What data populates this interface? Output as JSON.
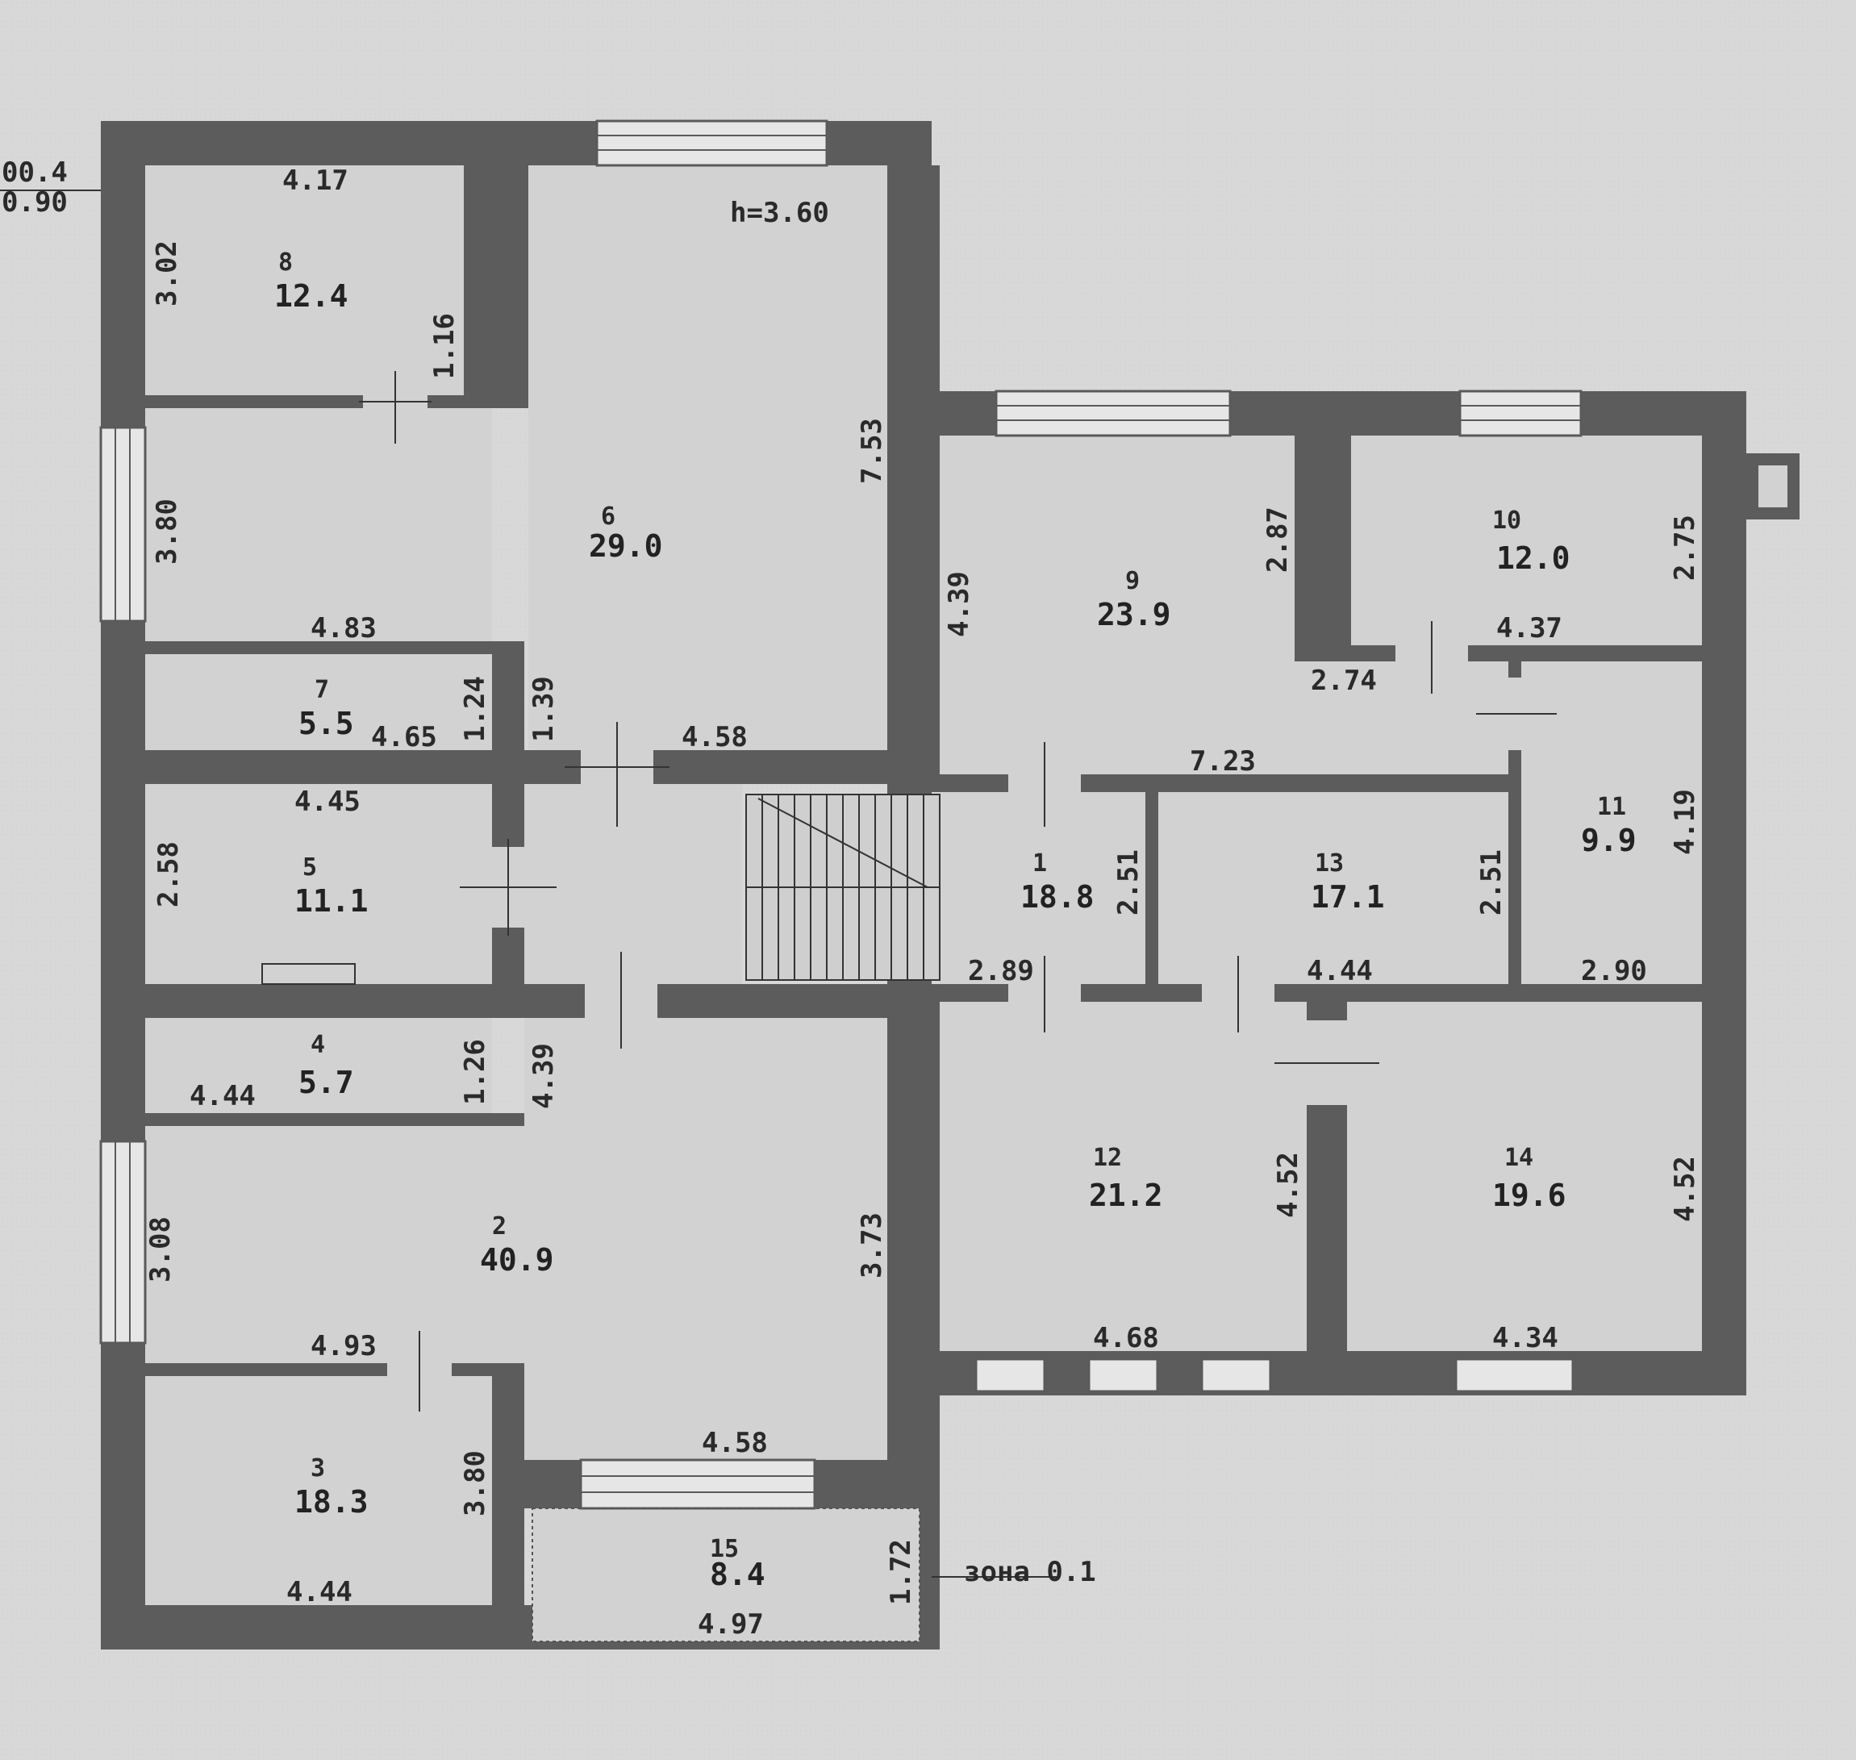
{
  "plan": {
    "height_label": "h=3.60",
    "level_label": "зона 0.1",
    "corner_labels": [
      "00.4",
      "0.90"
    ],
    "rooms": [
      {
        "num": "8",
        "area": "12.4"
      },
      {
        "num": "6",
        "area": "29.0"
      },
      {
        "num": "7",
        "area": "5.5"
      },
      {
        "num": "5",
        "area": "11.1"
      },
      {
        "num": "4",
        "area": "5.7"
      },
      {
        "num": "2",
        "area": "40.9"
      },
      {
        "num": "3",
        "area": "18.3"
      },
      {
        "num": "15",
        "area": "8.4"
      },
      {
        "num": "9",
        "area": "23.9"
      },
      {
        "num": "10",
        "area": "12.0"
      },
      {
        "num": "1",
        "area": "18.8"
      },
      {
        "num": "13",
        "area": "17.1"
      },
      {
        "num": "11",
        "area": "9.9"
      },
      {
        "num": "12",
        "area": "21.2"
      },
      {
        "num": "14",
        "area": "19.6"
      }
    ],
    "dims": [
      "4.17",
      "3.02",
      "1.16",
      "3.80",
      "7.53",
      "4.83",
      "1.24",
      "4.65",
      "1.39",
      "4.58",
      "4.45",
      "2.58",
      "4.44",
      "1.26",
      "4.39",
      "3.08",
      "3.73",
      "4.93",
      "3.80",
      "4.44",
      "4.58",
      "4.97",
      "1.72",
      "4.39",
      "2.87",
      "2.75",
      "4.37",
      "2.74",
      "7.23",
      "2.51",
      "2.51",
      "4.19",
      "2.89",
      "4.44",
      "2.90",
      "4.52",
      "4.52",
      "4.68",
      "4.34"
    ]
  }
}
